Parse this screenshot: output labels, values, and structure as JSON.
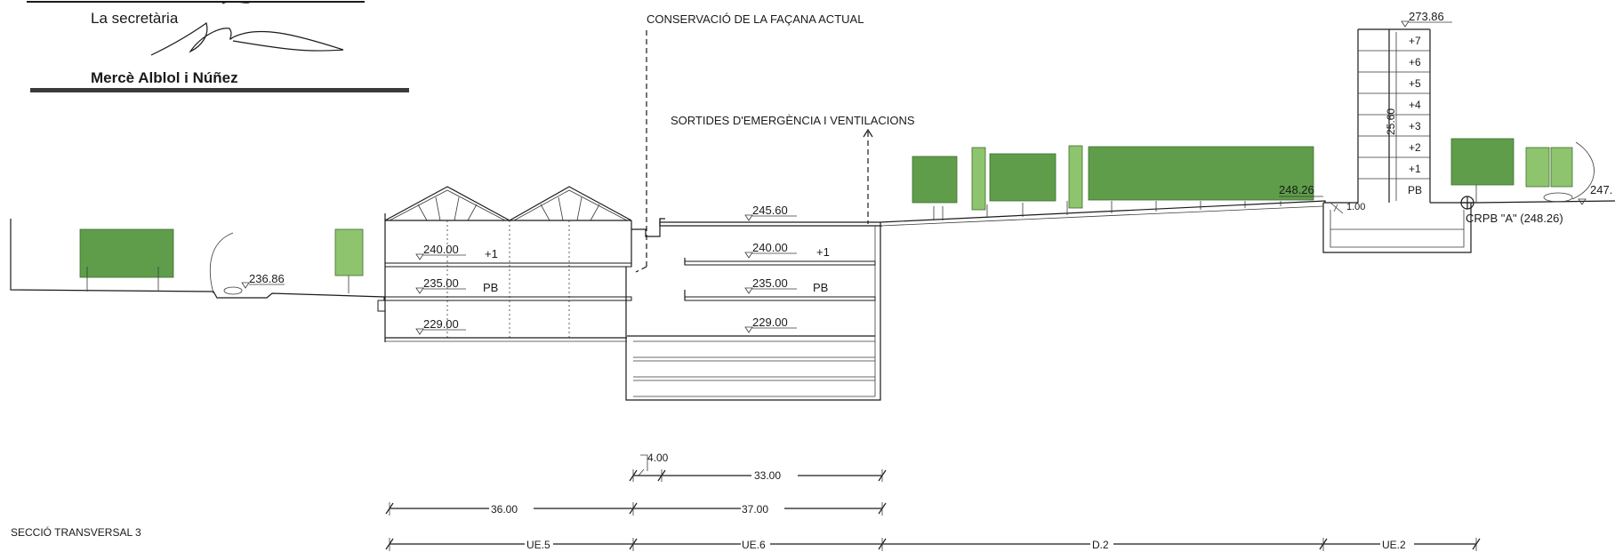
{
  "signature": {
    "role": "La secretària",
    "name": "Mercè Alblol i Núñez"
  },
  "annotations": {
    "facade": "CONSERVACIÓ DE LA FAÇANA ACTUAL",
    "exits": "SORTIDES D'EMERGÈNCIA I VENTILACIONS"
  },
  "section_title": "SECCIÓ TRANSVERSAL 3",
  "levels": {
    "street_left": "236.86",
    "left_l1": "240.00",
    "left_l1_tag": "+1",
    "left_pb": "235.00",
    "left_pb_tag": "PB",
    "left_basement": "229.00",
    "mid_roof": "245.60",
    "mid_l1": "240.00",
    "mid_l1_tag": "+1",
    "mid_pb": "235.00",
    "mid_pb_tag": "PB",
    "mid_basement": "229.00",
    "right_street": "248.26",
    "tower_top": "273.86",
    "right_edge": "247.",
    "step": "1.00",
    "crpb": "CRPB \"A\" (248.26)"
  },
  "tower": {
    "height": "25.60",
    "floors": [
      "+7",
      "+6",
      "+5",
      "+4",
      "+3",
      "+2",
      "+1",
      "PB"
    ]
  },
  "dimensions": {
    "row1": {
      "a": "4.00",
      "b": "33.00"
    },
    "row2": {
      "a": "36.00",
      "b": "37.00"
    },
    "row3": {
      "a": "UE.5",
      "b": "UE.6",
      "c": "D.2",
      "d": "UE.2"
    }
  },
  "colors": {
    "tree_dark": "#5f9d4a",
    "tree_light": "#8ec46d",
    "line": "#1a1a1a"
  }
}
